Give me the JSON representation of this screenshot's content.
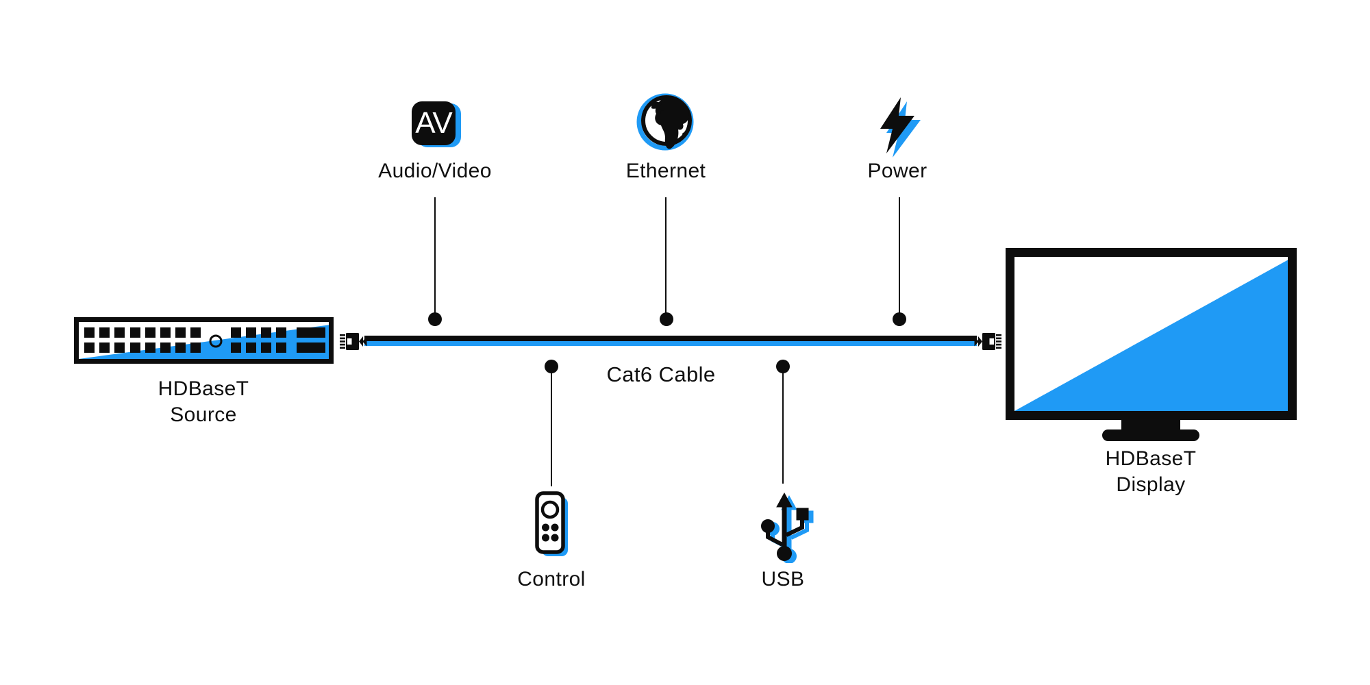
{
  "diagram": {
    "colors": {
      "accent_blue": "#1f9af5",
      "ink": "#0d0d0d"
    },
    "source": {
      "label_line1": "HDBaseT",
      "label_line2": "Source"
    },
    "display": {
      "label_line1": "HDBaseT",
      "label_line2": "Display"
    },
    "cable": {
      "label": "Cat6 Cable"
    },
    "av_badge_text": "AV",
    "top_callouts": [
      {
        "id": "audio-video",
        "label": "Audio/Video",
        "icon": "av-badge-icon"
      },
      {
        "id": "ethernet",
        "label": "Ethernet",
        "icon": "globe-icon"
      },
      {
        "id": "power",
        "label": "Power",
        "icon": "lightning-bolt-icon"
      }
    ],
    "bottom_callouts": [
      {
        "id": "control",
        "label": "Control",
        "icon": "remote-control-icon"
      },
      {
        "id": "usb",
        "label": "USB",
        "icon": "usb-trident-icon"
      }
    ]
  }
}
